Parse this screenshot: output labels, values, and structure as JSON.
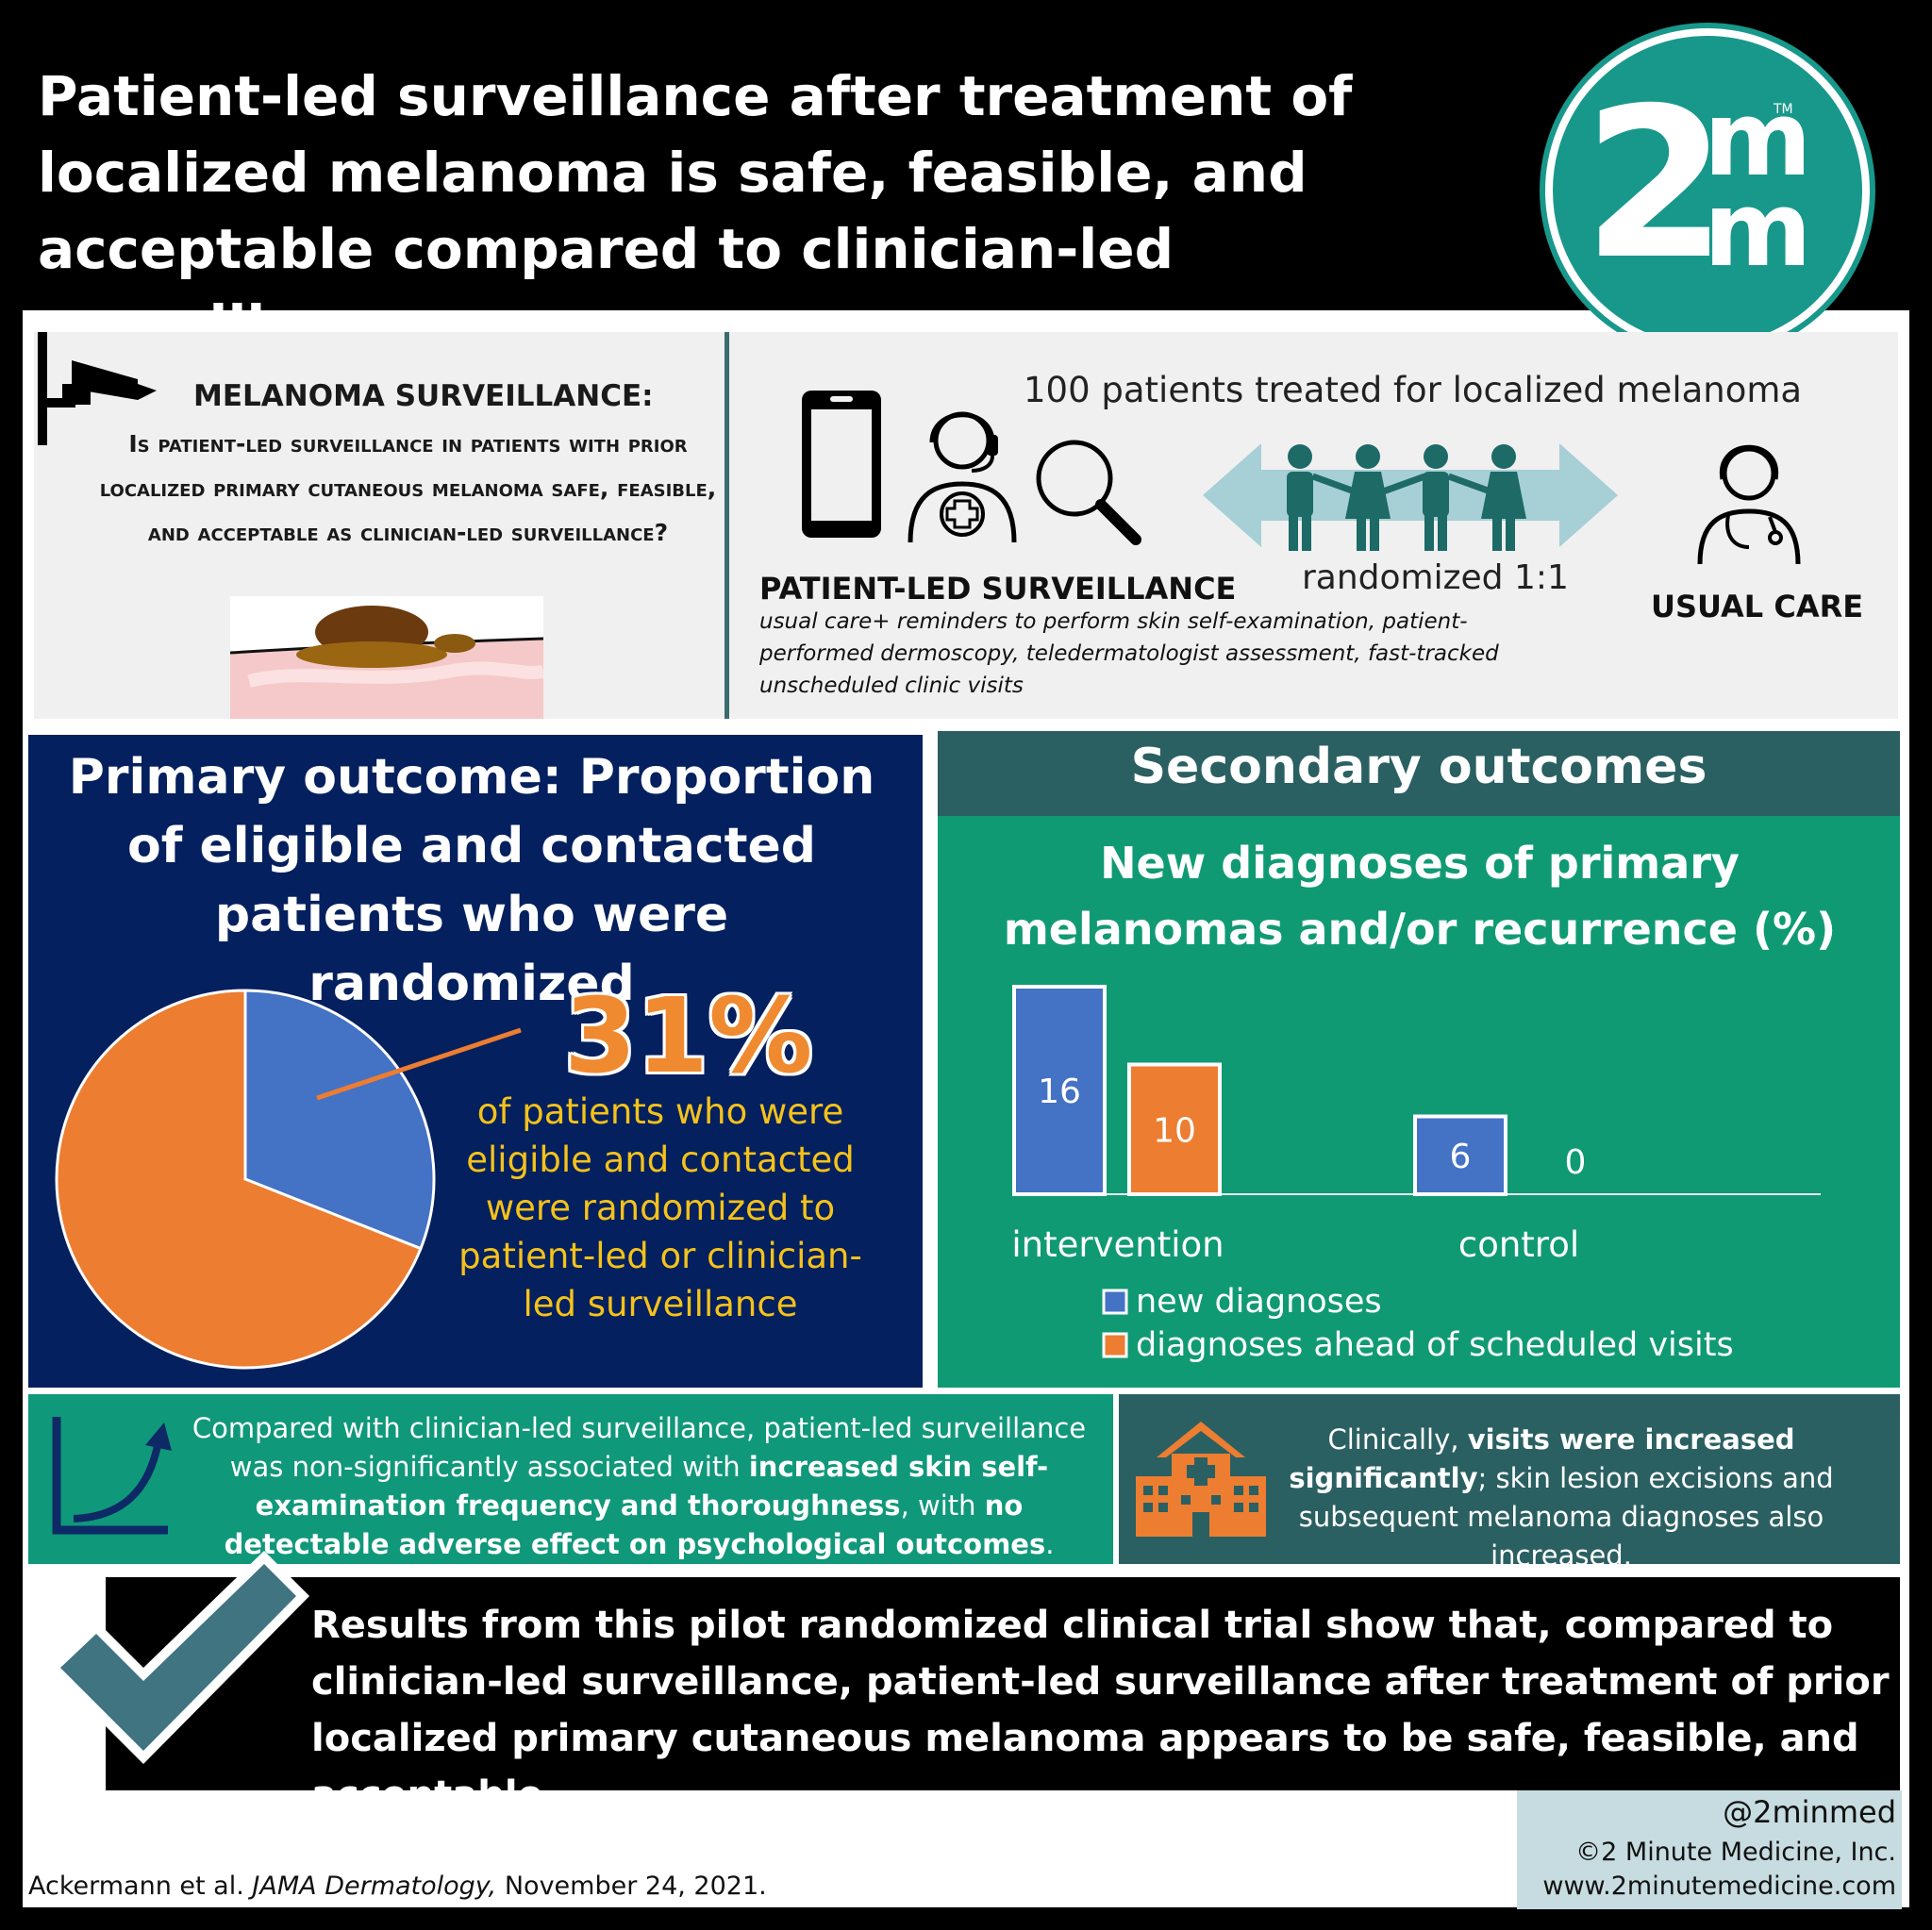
{
  "header": {
    "title": "Patient-led surveillance after treatment of localized melanoma is safe, feasible, and acceptable compared to clinician-led surveillance",
    "logo_text": "2",
    "logo_m_top": "m",
    "logo_m_bottom": "m",
    "logo_tm": "TM"
  },
  "study": {
    "question_title": "MELANOMA SURVEILLANCE:",
    "question_text": "Is patient-led surveillance in patients with prior localized primary cutaneous melanoma safe, feasible, and acceptable as clinician-led surveillance?",
    "n_label": "100 patients treated for localized melanoma",
    "randomized_label": "randomized 1:1",
    "intervention_title": "PATIENT-LED SURVEILLANCE",
    "intervention_desc": "usual care+ reminders to perform skin self-examination, patient-performed dermoscopy, teledermatologist assessment, fast-tracked unscheduled clinic visits",
    "control_title": "USUAL CARE"
  },
  "primary": {
    "title": "Primary outcome: Proportion of eligible and contacted patients who were randomized",
    "percent": "31%",
    "description": "of patients who were eligible and contacted were randomized to patient-led or clinician-led surveillance"
  },
  "secondary": {
    "title": "Secondary outcomes"
  },
  "chart_data": [
    {
      "type": "pie",
      "slices": [
        {
          "label": "randomized",
          "value": 31,
          "color": "#4472c4"
        },
        {
          "label": "",
          "value": 69,
          "color": "#ed7d31"
        }
      ]
    },
    {
      "type": "bar",
      "title": "New diagnoses of primary melanomas and/or recurrence (%)",
      "categories": [
        "intervention",
        "control"
      ],
      "series": [
        {
          "name": "new diagnoses",
          "values": [
            16,
            6
          ],
          "color": "#4472c4"
        },
        {
          "name": "diagnoses ahead of scheduled visits",
          "values": [
            10,
            0
          ],
          "color": "#ed7d31"
        }
      ],
      "ylim": [
        0,
        16
      ],
      "legend": "bottom"
    }
  ],
  "findings": {
    "left_pre": "Compared with clinician-led surveillance, patient-led surveillance was non-significantly associated with ",
    "left_b1": "increased skin self-examination frequency and thoroughness",
    "left_mid": ", with ",
    "left_b2": "no detectable adverse effect on psychological outcomes",
    "left_end": ".",
    "right_pre": "Clinically, ",
    "right_b1": "visits were increased significantly",
    "right_post": "; skin lesion excisions and subsequent melanoma diagnoses also increased."
  },
  "conclusion": "Results from this pilot randomized clinical trial show that, compared to clinician-led surveillance, patient-led surveillance after treatment of prior localized primary cutaneous melanoma appears to be safe, feasible, and acceptable.",
  "footer": {
    "handle": "@2minmed",
    "company": "©2 Minute Medicine, Inc.",
    "website": "www.2minutemedicine.com",
    "citation_authors": "Ackermann et al. ",
    "citation_journal": "JAMA Dermatology,",
    "citation_date": " November 24, 2021."
  },
  "colors": {
    "teal_brand": "#18988b",
    "navy": "#04205e",
    "green": "#109a74",
    "dark_teal": "#2b6062",
    "orange": "#ed7d31",
    "blue": "#4472c4",
    "yellow": "#f5c21a"
  },
  "icons": [
    "security-camera-icon",
    "smartphone-icon",
    "clinician-headset-icon",
    "magnifier-icon",
    "people-icon",
    "double-arrow-icon",
    "doctor-icon",
    "growth-chart-icon",
    "hospital-icon",
    "checkmark-icon"
  ]
}
